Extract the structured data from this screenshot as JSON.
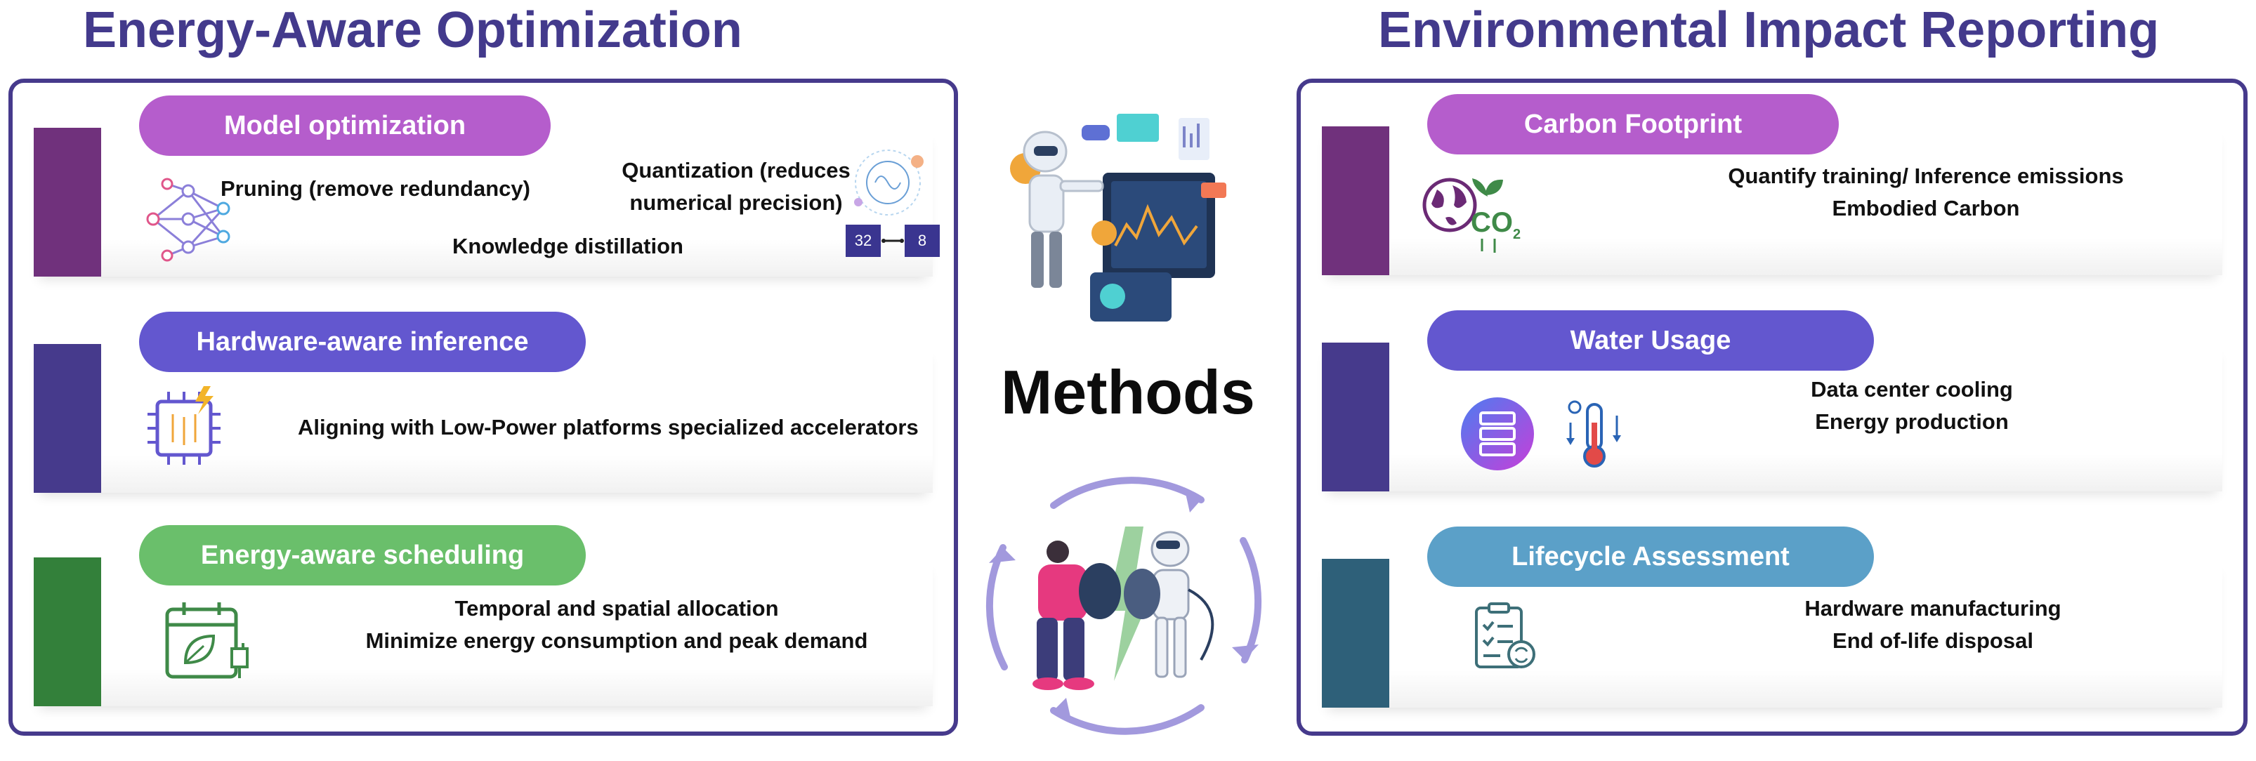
{
  "left": {
    "title": "Energy-Aware Optimization",
    "sections": [
      {
        "label": "Model optimization",
        "color": "#b55dcc",
        "bar_color": "#70317c",
        "items": [
          "Pruning (remove redundancy)",
          "Quantization (reduces",
          "numerical precision)",
          "Knowledge distillation"
        ],
        "quant_from": "32",
        "quant_to": "8"
      },
      {
        "label": "Hardware-aware inference",
        "color": "#6357cf",
        "bar_color": "#463a8c",
        "items": [
          "Aligning with Low-Power platforms specialized accelerators"
        ]
      },
      {
        "label": "Energy-aware scheduling",
        "color": "#6abf6b",
        "bar_color": "#33803a",
        "items": [
          "Temporal and spatial allocation",
          "Minimize energy consumption and peak demand"
        ]
      }
    ]
  },
  "center": {
    "label": "Methods"
  },
  "right": {
    "title": "Environmental Impact Reporting",
    "sections": [
      {
        "label": "Carbon Footprint",
        "color": "#b55dcc",
        "bar_color": "#70317c",
        "items": [
          "Quantify training/ Inference emissions",
          "Embodied Carbon"
        ]
      },
      {
        "label": "Water Usage",
        "color": "#6357cf",
        "bar_color": "#463a8c",
        "items": [
          "Data center cooling",
          "Energy production"
        ]
      },
      {
        "label": "Lifecycle Assessment",
        "color": "#5ba0c8",
        "bar_color": "#2e6079",
        "items": [
          "Hardware manufacturing",
          "End of-life disposal"
        ]
      }
    ]
  }
}
